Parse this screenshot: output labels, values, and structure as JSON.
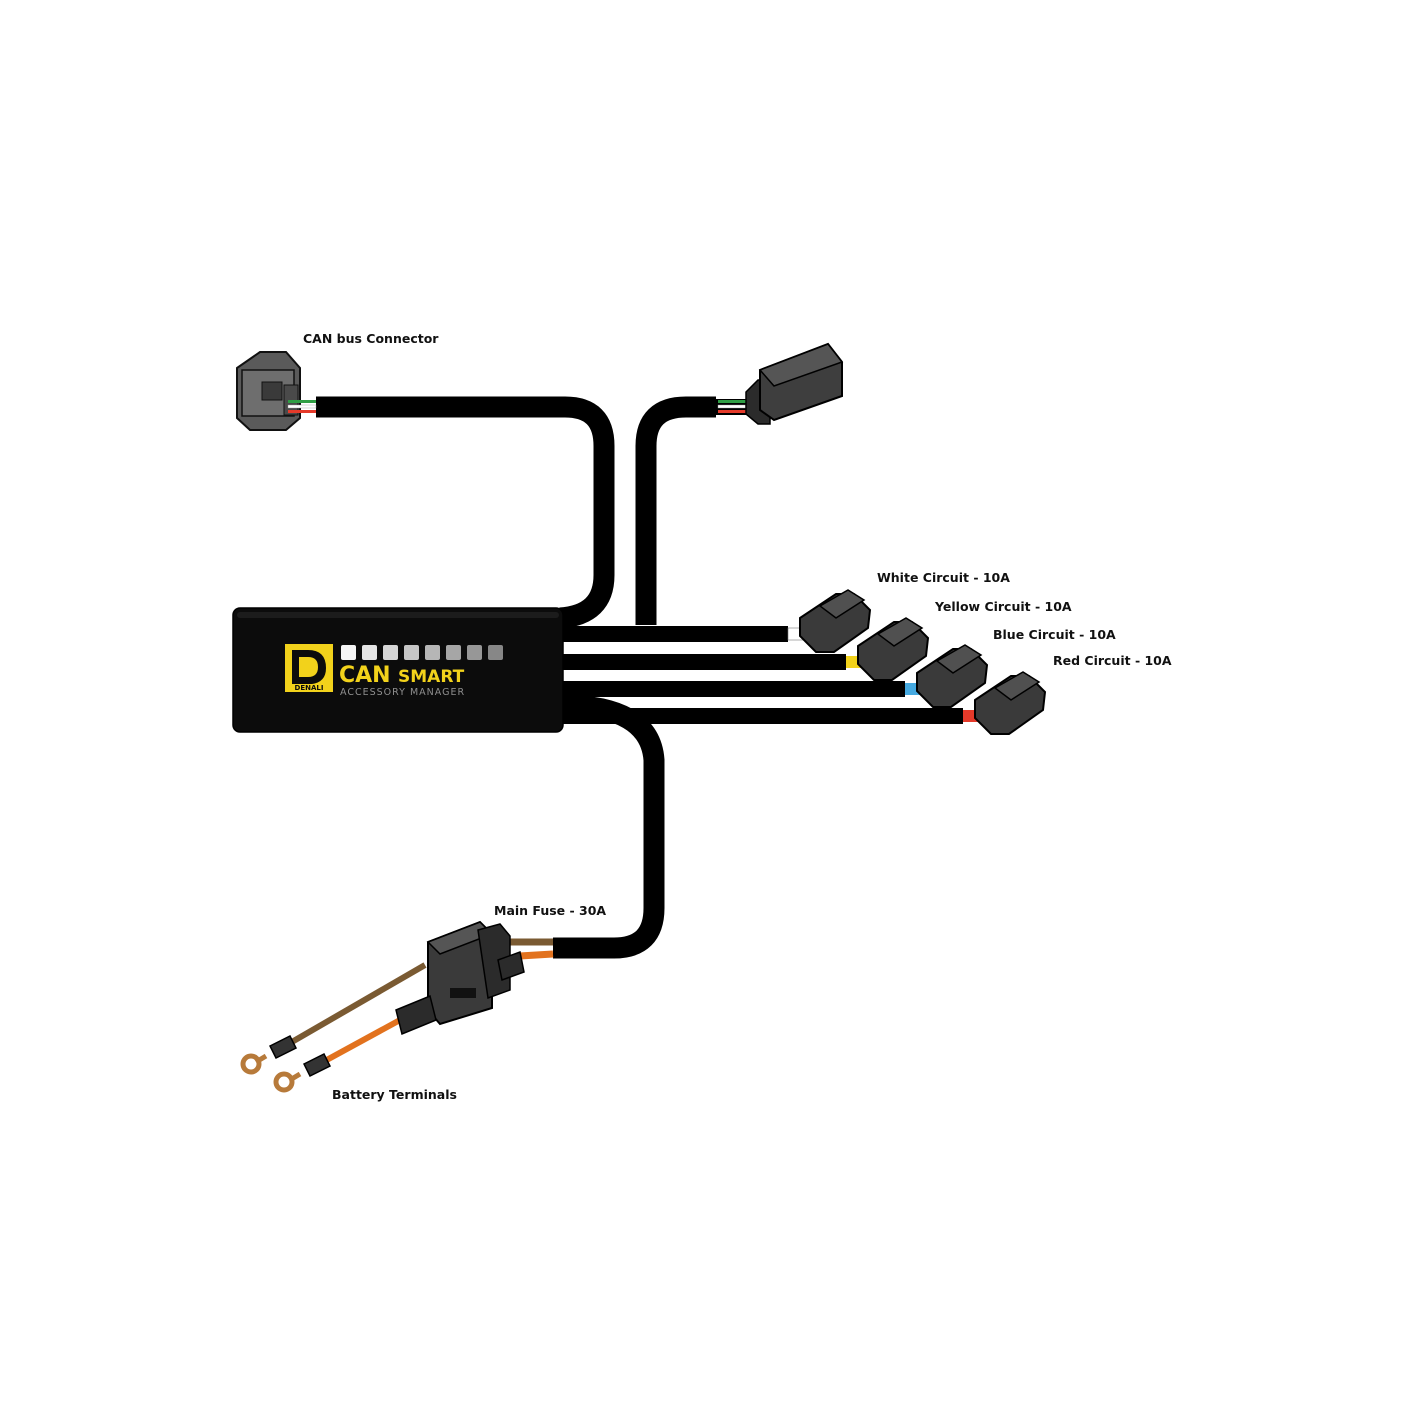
{
  "labels": {
    "can_bus_connector": "CAN bus Connector",
    "white_circuit": "White Circuit - 10A",
    "yellow_circuit": "Yellow Circuit - 10A",
    "blue_circuit": "Blue Circuit - 10A",
    "red_circuit": "Red Circuit - 10A",
    "main_fuse": "Main Fuse - 30A",
    "battery_terminals": "Battery Terminals"
  },
  "module": {
    "logo_text": "DENALI",
    "brand_can": "CAN",
    "brand_smart": "SMART",
    "subtitle": "ACCESSORY MANAGER",
    "indicator_count": 8
  },
  "colors": {
    "module_body": "#0c0c0c",
    "brand_yellow": "#f2d21b",
    "cable": "#000000",
    "white_wire": "#ffffff",
    "yellow_wire": "#f2d21b",
    "blue_wire": "#45a9e0",
    "red_wire": "#e53a2a",
    "green_wire": "#2f9e44",
    "battery_brown": "#7a5a32",
    "battery_orange": "#e2721e"
  }
}
